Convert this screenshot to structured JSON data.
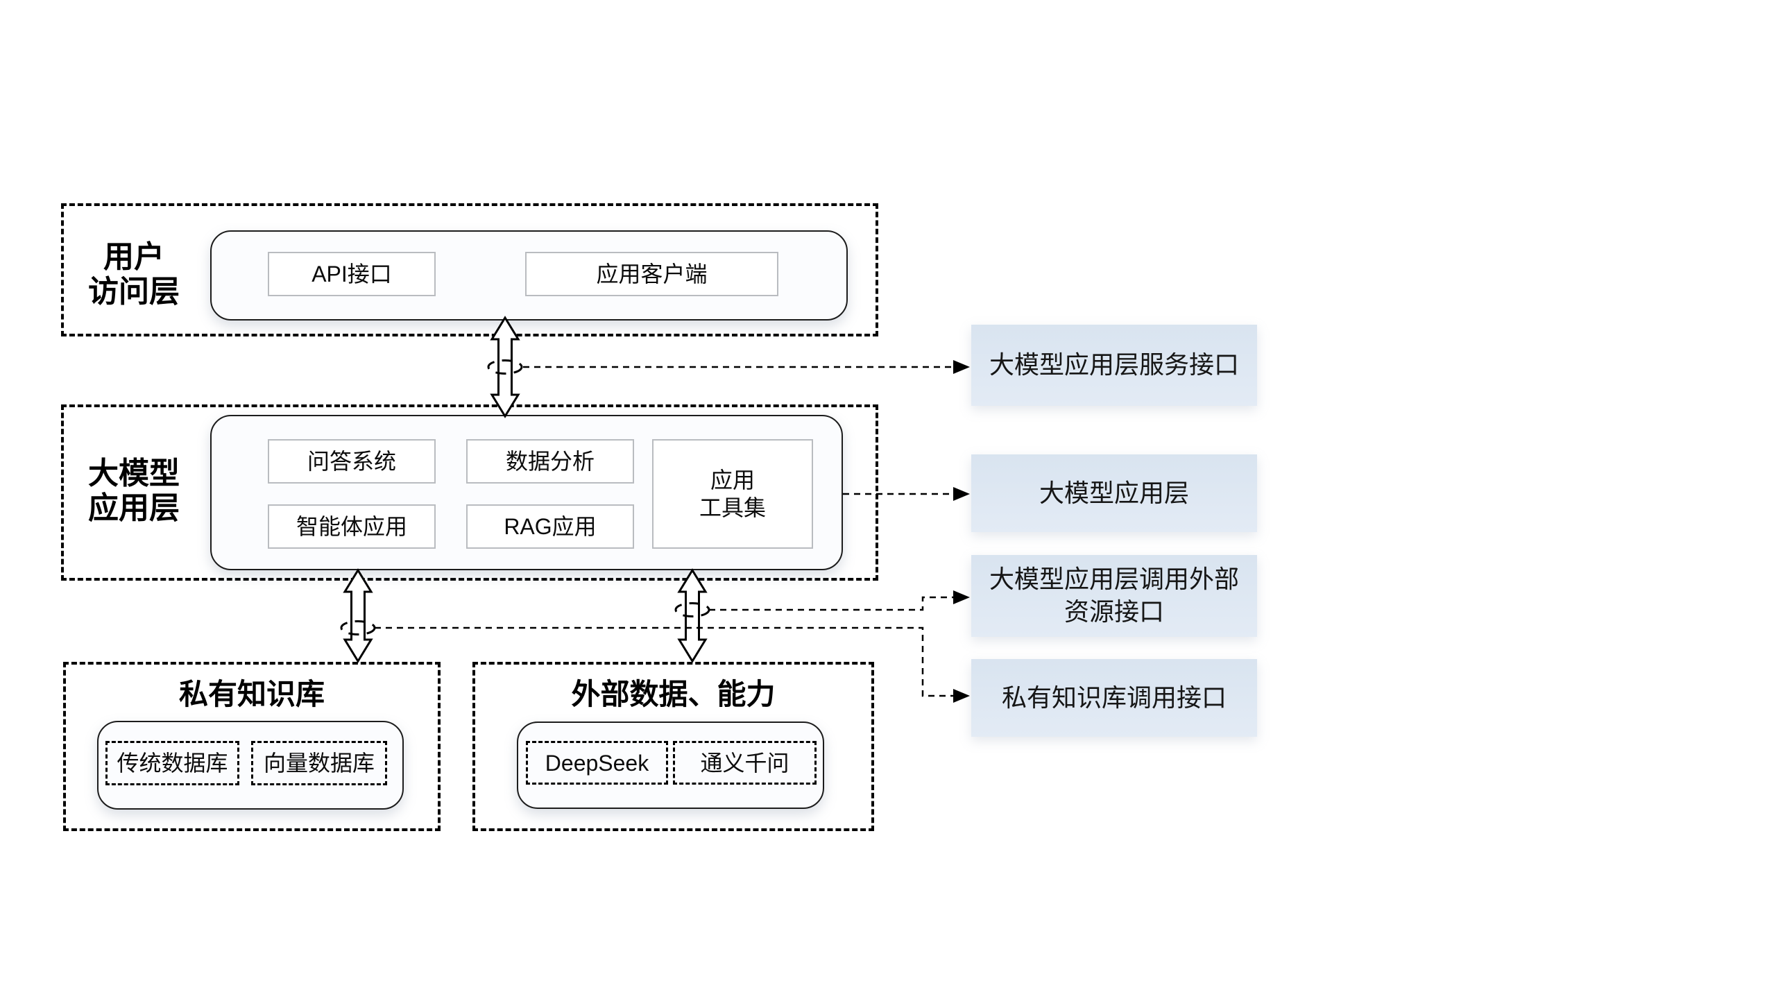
{
  "diagram": {
    "user_layer": {
      "label": "用户\n访问层",
      "api_box": "API接口",
      "client_box": "应用客户端"
    },
    "llm_layer": {
      "label": "大模型\n应用层",
      "qa_box": "问答系统",
      "analysis_box": "数据分析",
      "agent_box": "智能体应用",
      "rag_box": "RAG应用",
      "tools_box": "应用\n工具集"
    },
    "private_kb": {
      "title": "私有知识库",
      "traditional_db": "传统数据库",
      "vector_db": "向量数据库"
    },
    "external": {
      "title": "外部数据、能力",
      "deepseek": "DeepSeek",
      "qwen": "通义千问"
    },
    "callouts": {
      "service_api": "大模型应用层服务接口",
      "app_layer": "大模型应用层",
      "external_resource_api": "大模型应用层调用外部\n资源接口",
      "kb_api": "私有知识库调用接口"
    },
    "colors": {
      "callout_bg": "#dce6f1",
      "line": "#000000"
    }
  }
}
